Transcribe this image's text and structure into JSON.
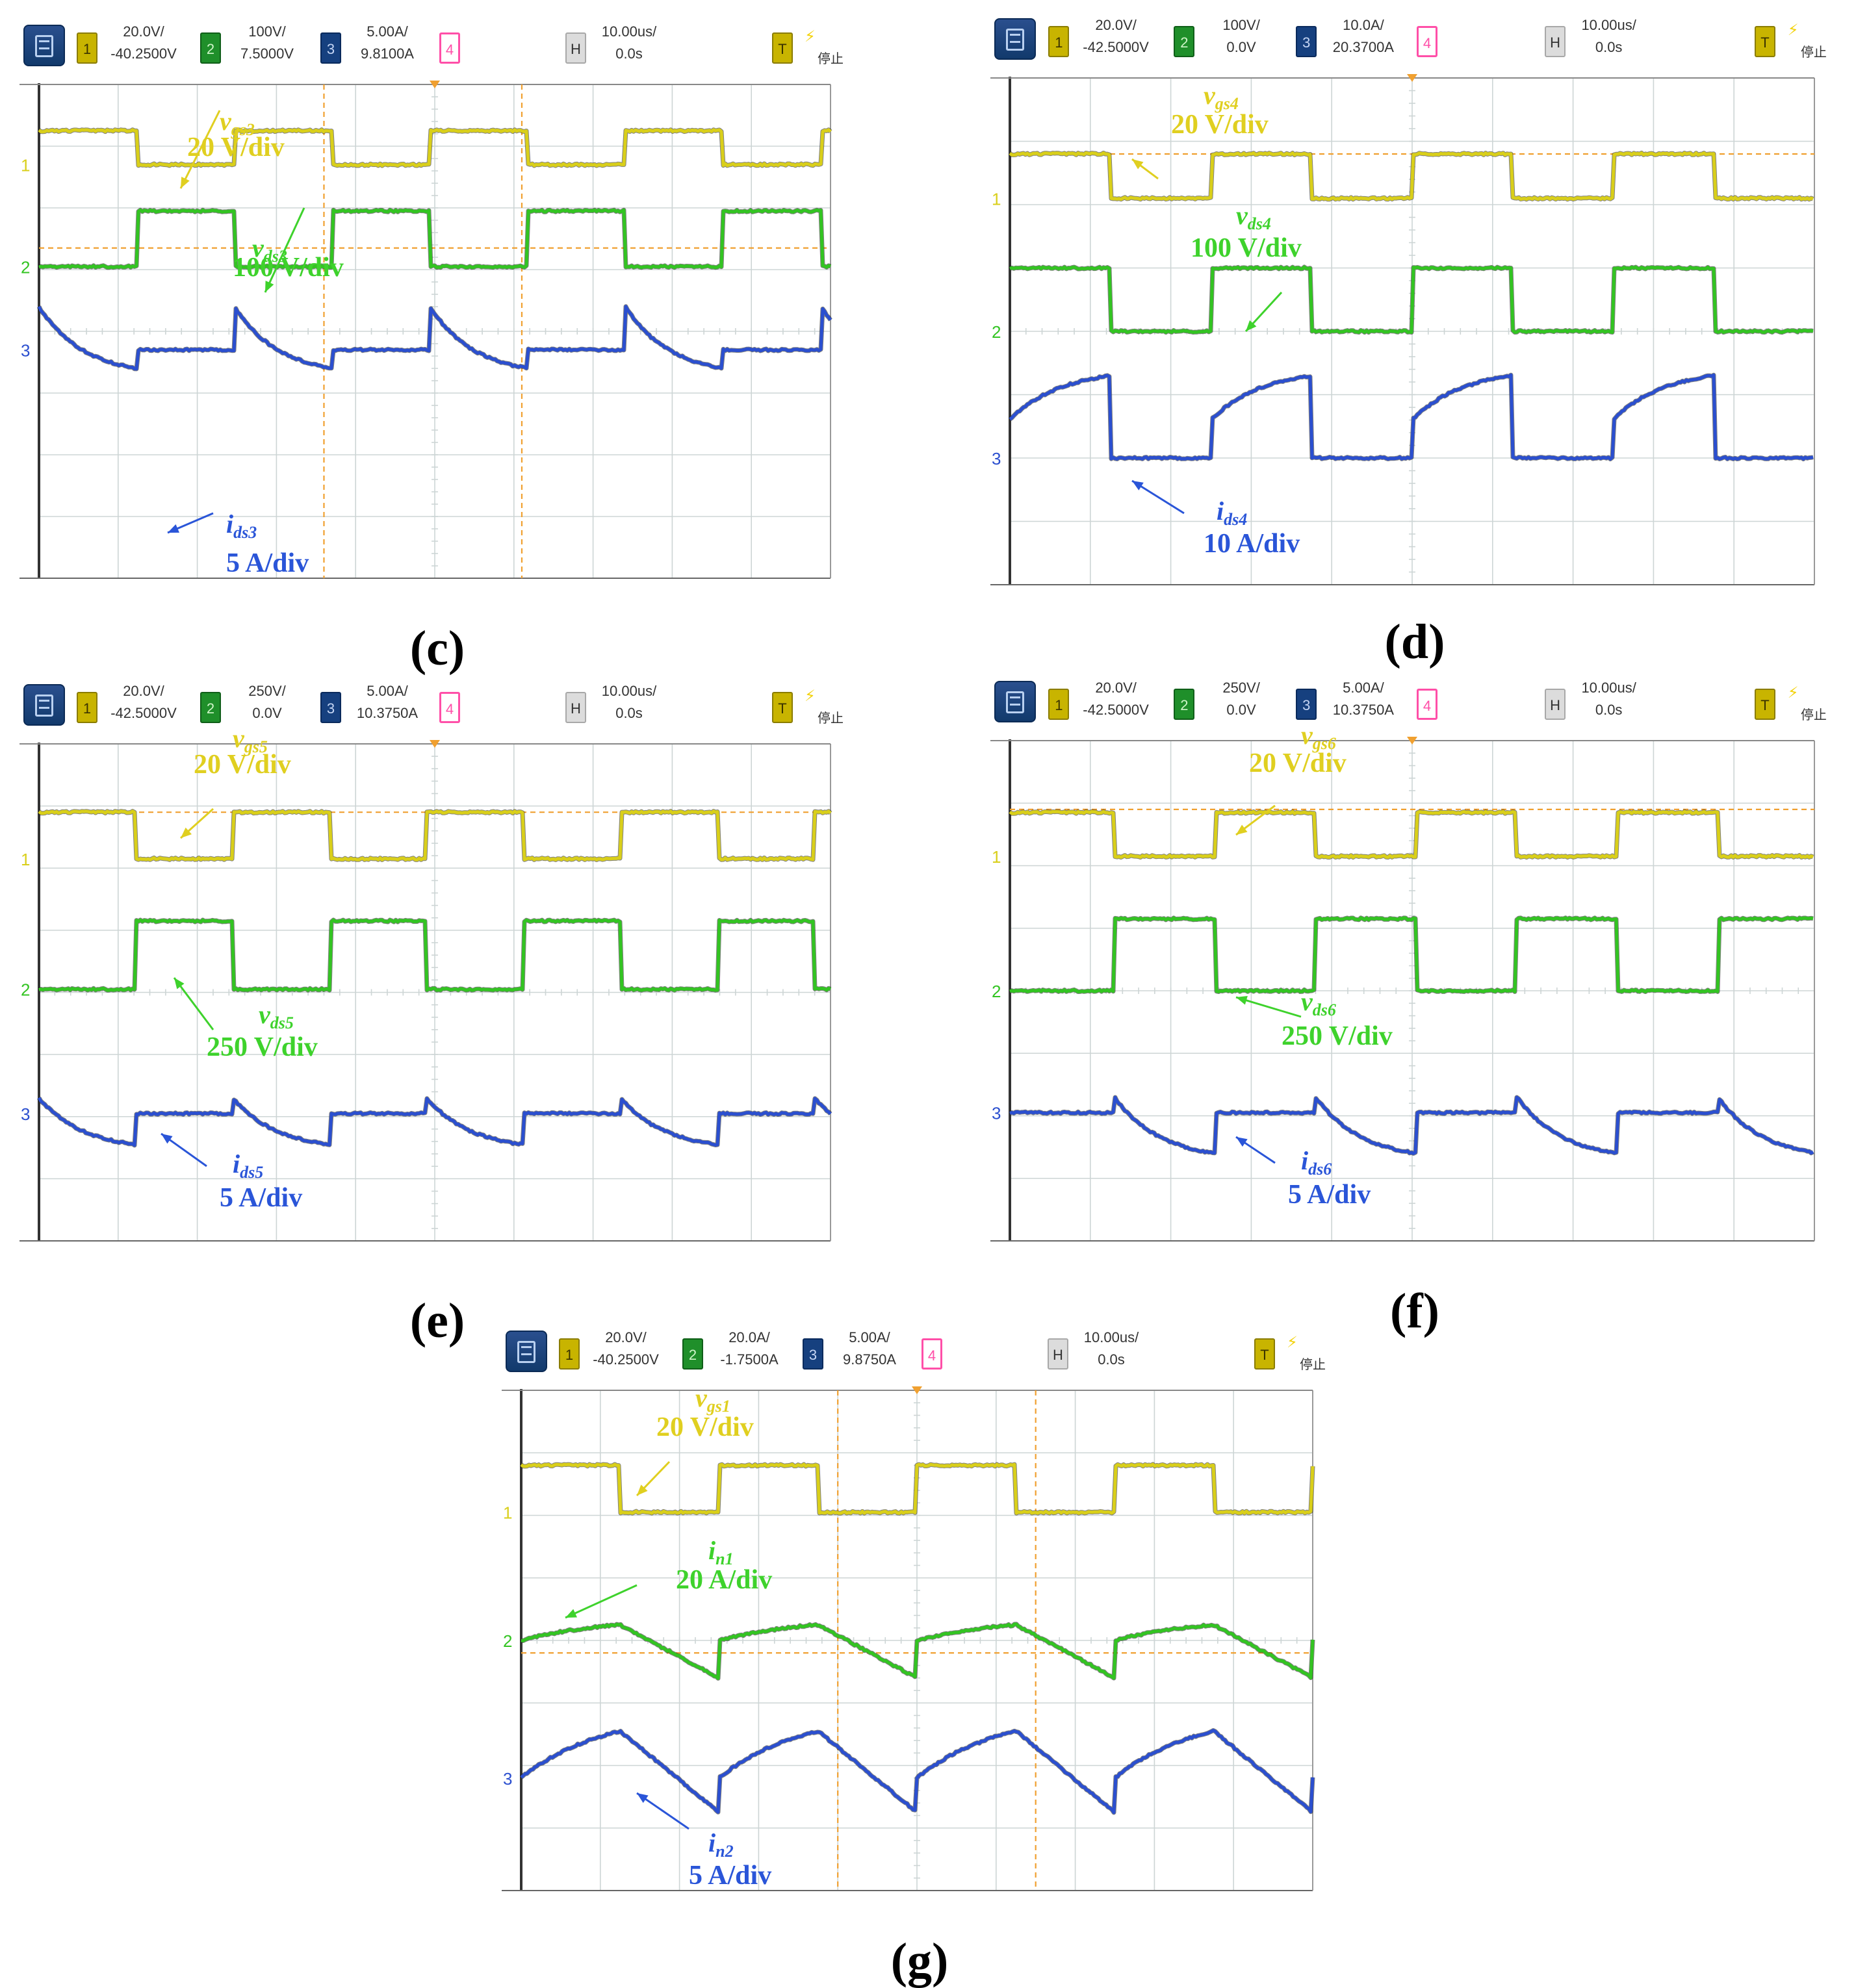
{
  "colors": {
    "ch1": "#d9cf1a",
    "ch2": "#33c422",
    "ch3": "#2b4fcf",
    "ch4": "#ff4fa8",
    "marker": "#f0a030",
    "grid": "#cdd5d5"
  },
  "icons": {
    "menu": "oscilloscope-menu-icon",
    "trigger_flag": "lightning-icon"
  },
  "chart_data": [
    {
      "type": "line",
      "panel": "c",
      "caption": "(c)",
      "toolbar": {
        "ch1": {
          "scale": "20.0V/",
          "offset": "-40.2500V"
        },
        "ch2": {
          "scale": "100V/",
          "offset": "7.5000V"
        },
        "ch3": {
          "scale": "5.00A/",
          "offset": "9.8100A"
        },
        "ch4": "4",
        "horizontal": {
          "badge": "H",
          "scale": "10.00us/",
          "offset": "0.0s"
        },
        "trigger": {
          "badge": "T",
          "status": "停止"
        }
      },
      "time_div_us": 10,
      "divisions": {
        "x": 10,
        "y": 8
      },
      "cursors_x_div": [
        3.6,
        6.1
      ],
      "cursor_y_div": [
        2.65
      ],
      "series": [
        {
          "channel": 1,
          "label": "v",
          "sub": "gs3",
          "scale_text": "20 V/div",
          "kind": "square",
          "high_div": 0.75,
          "low_div": 1.3,
          "start_div": 0,
          "first_state": "high",
          "period_div": 2.47,
          "duty": 0.5
        },
        {
          "channel": 2,
          "label": "v",
          "sub": "ds3",
          "scale_text": "100 V/div",
          "kind": "square",
          "high_div": 2.05,
          "low_div": 2.95,
          "start_div": 0,
          "first_state": "low",
          "period_div": 2.47,
          "duty": 0.5
        },
        {
          "channel": 3,
          "label": "i",
          "sub": "ds3",
          "scale_text": "5 A/div",
          "kind": "decay_flat",
          "flat_div": 4.3,
          "peak_div": 3.6,
          "trough_div": 4.6,
          "start_div": 0,
          "period_div": 2.47,
          "duty": 0.5
        }
      ]
    },
    {
      "type": "line",
      "panel": "d",
      "caption": "(d)",
      "toolbar": {
        "ch1": {
          "scale": "20.0V/",
          "offset": "-42.5000V"
        },
        "ch2": {
          "scale": "100V/",
          "offset": "0.0V"
        },
        "ch3": {
          "scale": "10.0A/",
          "offset": "20.3700A"
        },
        "ch4": "4",
        "horizontal": {
          "badge": "H",
          "scale": "10.00us/",
          "offset": "0.0s"
        },
        "trigger": {
          "badge": "T",
          "status": "停止"
        }
      },
      "time_div_us": 10,
      "divisions": {
        "x": 10,
        "y": 8
      },
      "cursors_x_div": [],
      "cursor_y_div": [
        1.2
      ],
      "series": [
        {
          "channel": 1,
          "label": "v",
          "sub": "gs4",
          "scale_text": "20 V/div",
          "kind": "square",
          "high_div": 1.2,
          "low_div": 1.9,
          "start_div": 0,
          "first_state": "high",
          "period_div": 2.5,
          "duty": 0.5
        },
        {
          "channel": 2,
          "label": "v",
          "sub": "ds4",
          "scale_text": "100 V/div",
          "kind": "square",
          "high_div": 3.0,
          "low_div": 4.0,
          "start_div": 0,
          "first_state": "low",
          "period_div": 2.5,
          "duty": 0.5,
          "lead_div": 1.25
        },
        {
          "channel": 3,
          "label": "i",
          "sub": "ds4",
          "scale_text": "10 A/div",
          "kind": "rise_flat",
          "flat_div": 6.0,
          "start_level_div": 5.4,
          "end_level_div": 4.7,
          "start_div": 0,
          "period_div": 2.5,
          "duty": 0.5
        }
      ]
    },
    {
      "type": "line",
      "panel": "e",
      "caption": "(e)",
      "toolbar": {
        "ch1": {
          "scale": "20.0V/",
          "offset": "-42.5000V"
        },
        "ch2": {
          "scale": "250V/",
          "offset": "0.0V"
        },
        "ch3": {
          "scale": "5.00A/",
          "offset": "10.3750A"
        },
        "ch4": "4",
        "horizontal": {
          "badge": "H",
          "scale": "10.00us/",
          "offset": "0.0s"
        },
        "trigger": {
          "badge": "T",
          "status": "停止"
        }
      },
      "time_div_us": 10,
      "divisions": {
        "x": 10,
        "y": 8
      },
      "cursors_x_div": [],
      "cursor_y_div": [
        1.1
      ],
      "series": [
        {
          "channel": 1,
          "label": "v",
          "sub": "gs5",
          "scale_text": "20 V/div",
          "kind": "square",
          "high_div": 1.1,
          "low_div": 1.85,
          "start_div": 0,
          "first_state": "high",
          "period_div": 2.45,
          "duty": 0.5
        },
        {
          "channel": 2,
          "label": "v",
          "sub": "ds5",
          "scale_text": "250 V/div",
          "kind": "square",
          "high_div": 2.85,
          "low_div": 3.95,
          "start_div": 0,
          "first_state": "low",
          "period_div": 2.45,
          "duty": 0.5
        },
        {
          "channel": 3,
          "label": "i",
          "sub": "ds5",
          "scale_text": "5 A/div",
          "kind": "decay_flat",
          "flat_div": 5.95,
          "peak_div": 5.7,
          "trough_div": 6.45,
          "start_div": 0,
          "period_div": 2.45,
          "duty": 0.5
        }
      ]
    },
    {
      "type": "line",
      "panel": "f",
      "caption": "(f)",
      "toolbar": {
        "ch1": {
          "scale": "20.0V/",
          "offset": "-42.5000V"
        },
        "ch2": {
          "scale": "250V/",
          "offset": "0.0V"
        },
        "ch3": {
          "scale": "5.00A/",
          "offset": "10.3750A"
        },
        "ch4": "4",
        "horizontal": {
          "badge": "H",
          "scale": "10.00us/",
          "offset": "0.0s"
        },
        "trigger": {
          "badge": "T",
          "status": "停止"
        }
      },
      "time_div_us": 10,
      "divisions": {
        "x": 10,
        "y": 8
      },
      "cursors_x_div": [],
      "cursor_y_div": [
        1.1
      ],
      "series": [
        {
          "channel": 1,
          "label": "v",
          "sub": "gs6",
          "scale_text": "20 V/div",
          "kind": "square",
          "high_div": 1.15,
          "low_div": 1.85,
          "start_div": 0,
          "first_state": "low",
          "period_div": 2.5,
          "duty": 0.5,
          "lead_div": 1.3
        },
        {
          "channel": 2,
          "label": "v",
          "sub": "ds6",
          "scale_text": "250 V/div",
          "kind": "square",
          "high_div": 2.85,
          "low_div": 4.0,
          "start_div": 0,
          "first_state": "high",
          "period_div": 2.5,
          "duty": 0.5,
          "lead_div": 1.3
        },
        {
          "channel": 3,
          "label": "i",
          "sub": "ds6",
          "scale_text": "5 A/div",
          "kind": "flat_decay",
          "flat_div": 5.95,
          "peak_div": 5.7,
          "trough_div": 6.6,
          "start_div": 0,
          "period_div": 2.5,
          "duty": 0.5,
          "lead_div": 1.3
        }
      ]
    },
    {
      "type": "line",
      "panel": "g",
      "caption": "(g)",
      "toolbar": {
        "ch1": {
          "scale": "20.0V/",
          "offset": "-40.2500V"
        },
        "ch2": {
          "scale": "20.0A/",
          "offset": "-1.7500A"
        },
        "ch3": {
          "scale": "5.00A/",
          "offset": "9.8750A"
        },
        "ch4": "4",
        "horizontal": {
          "badge": "H",
          "scale": "10.00us/",
          "offset": "0.0s"
        },
        "trigger": {
          "badge": "T",
          "status": "停止"
        }
      },
      "time_div_us": 10,
      "divisions": {
        "x": 10,
        "y": 8
      },
      "cursors_x_div": [
        4.0,
        6.5
      ],
      "cursor_y_div": [
        4.2
      ],
      "series": [
        {
          "channel": 1,
          "label": "v",
          "sub": "gs1",
          "scale_text": "20 V/div",
          "kind": "square",
          "high_div": 1.2,
          "low_div": 1.95,
          "start_div": 0,
          "first_state": "high",
          "period_div": 2.5,
          "duty": 0.5
        },
        {
          "channel": 2,
          "label": "i",
          "sub": "n1",
          "scale_text": "20 A/div",
          "kind": "tri",
          "start_level_div": 4.0,
          "peak_div": 3.75,
          "trough_div": 4.6,
          "start_div": 0,
          "period_div": 2.5,
          "duty": 0.5
        },
        {
          "channel": 3,
          "label": "i",
          "sub": "n2",
          "scale_text": "5 A/div",
          "kind": "tri",
          "start_level_div": 6.2,
          "peak_div": 5.45,
          "trough_div": 6.75,
          "start_div": 0,
          "period_div": 2.5,
          "duty": 0.5
        }
      ]
    }
  ]
}
